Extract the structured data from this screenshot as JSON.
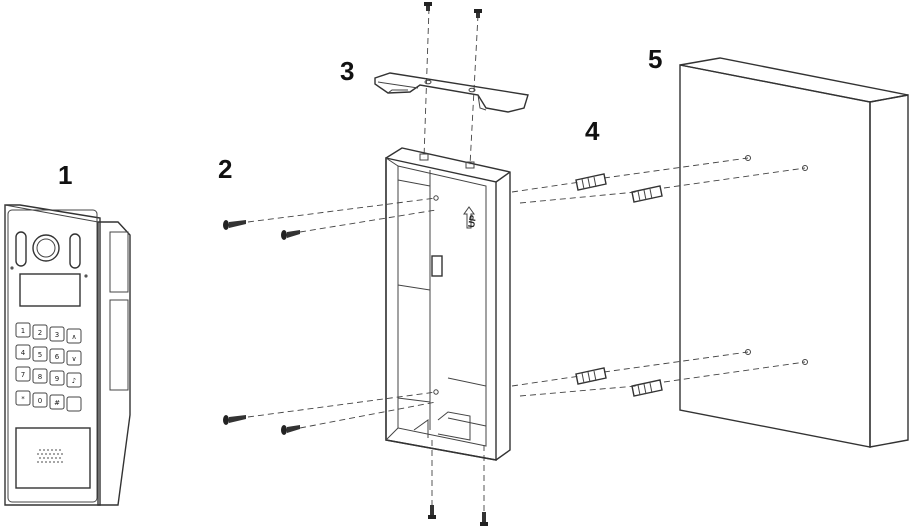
{
  "callouts": {
    "door_station": "1",
    "screws": "2",
    "bracket": "3",
    "anchors": "4",
    "wall": "5"
  },
  "box": {
    "up_mark": "UP"
  },
  "keypad": {
    "keys": [
      "1",
      "2",
      "3",
      "∧",
      "4",
      "5",
      "6",
      "∨",
      "7",
      "8",
      "9",
      "♪",
      "*",
      "0",
      "#",
      ""
    ]
  }
}
